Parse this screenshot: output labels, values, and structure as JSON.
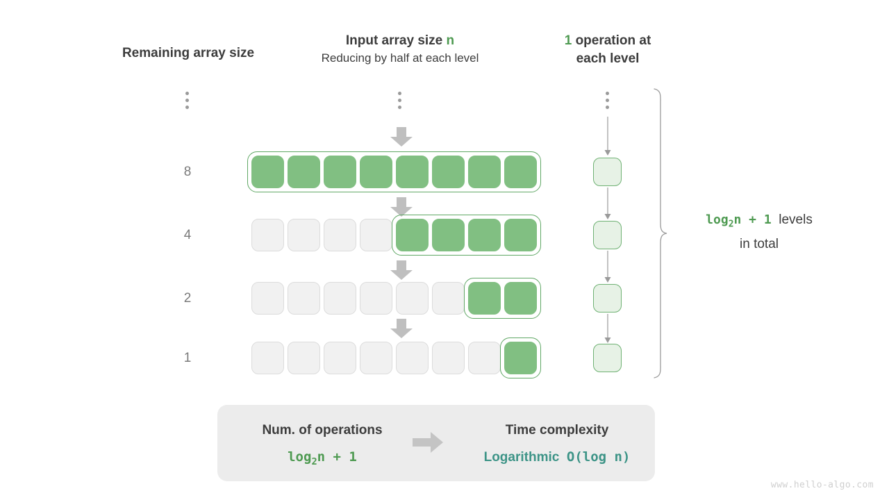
{
  "headers": {
    "left": {
      "title": "Remaining array size"
    },
    "middle": {
      "title_pre": "Input array size",
      "title_accent": "n",
      "subtitle": "Reducing by half at each level"
    },
    "right": {
      "accent": "1",
      "line1_rest": "operation at",
      "line2": "each level"
    }
  },
  "ellipsis_dots": 3,
  "levels": [
    {
      "label": "8",
      "total_cells": 8,
      "filled_from": 0,
      "filled_count": 8
    },
    {
      "label": "4",
      "total_cells": 8,
      "filled_from": 4,
      "filled_count": 4
    },
    {
      "label": "2",
      "total_cells": 8,
      "filled_from": 6,
      "filled_count": 2
    },
    {
      "label": "1",
      "total_cells": 8,
      "filled_from": 7,
      "filled_count": 1
    }
  ],
  "operation_boxes": 4,
  "side_note": {
    "formula_pre": "log",
    "formula_sub": "2",
    "formula_post": "n + 1",
    "line1_rest": "levels",
    "line2": "in total"
  },
  "summary": {
    "left_title": "Num. of operations",
    "left_formula_pre": "log",
    "left_formula_sub": "2",
    "left_formula_post": "n + 1",
    "arrow": "right-arrow-icon",
    "right_title": "Time complexity",
    "right_value_word": "Logarithmic",
    "right_value_bigo": "O(log n)"
  },
  "watermark": "www.hello-algo.com",
  "colors": {
    "green_accent": "#4e9a51",
    "green_fill": "#81bf82",
    "green_outline": "#5fa764",
    "green_box_bg": "#e7f2e6",
    "teal": "#3d9487",
    "gray_arrow": "#bfbfbf",
    "empty_cell": "#f1f1f1",
    "summary_bg": "#ececec",
    "text": "#3c3c3c"
  }
}
